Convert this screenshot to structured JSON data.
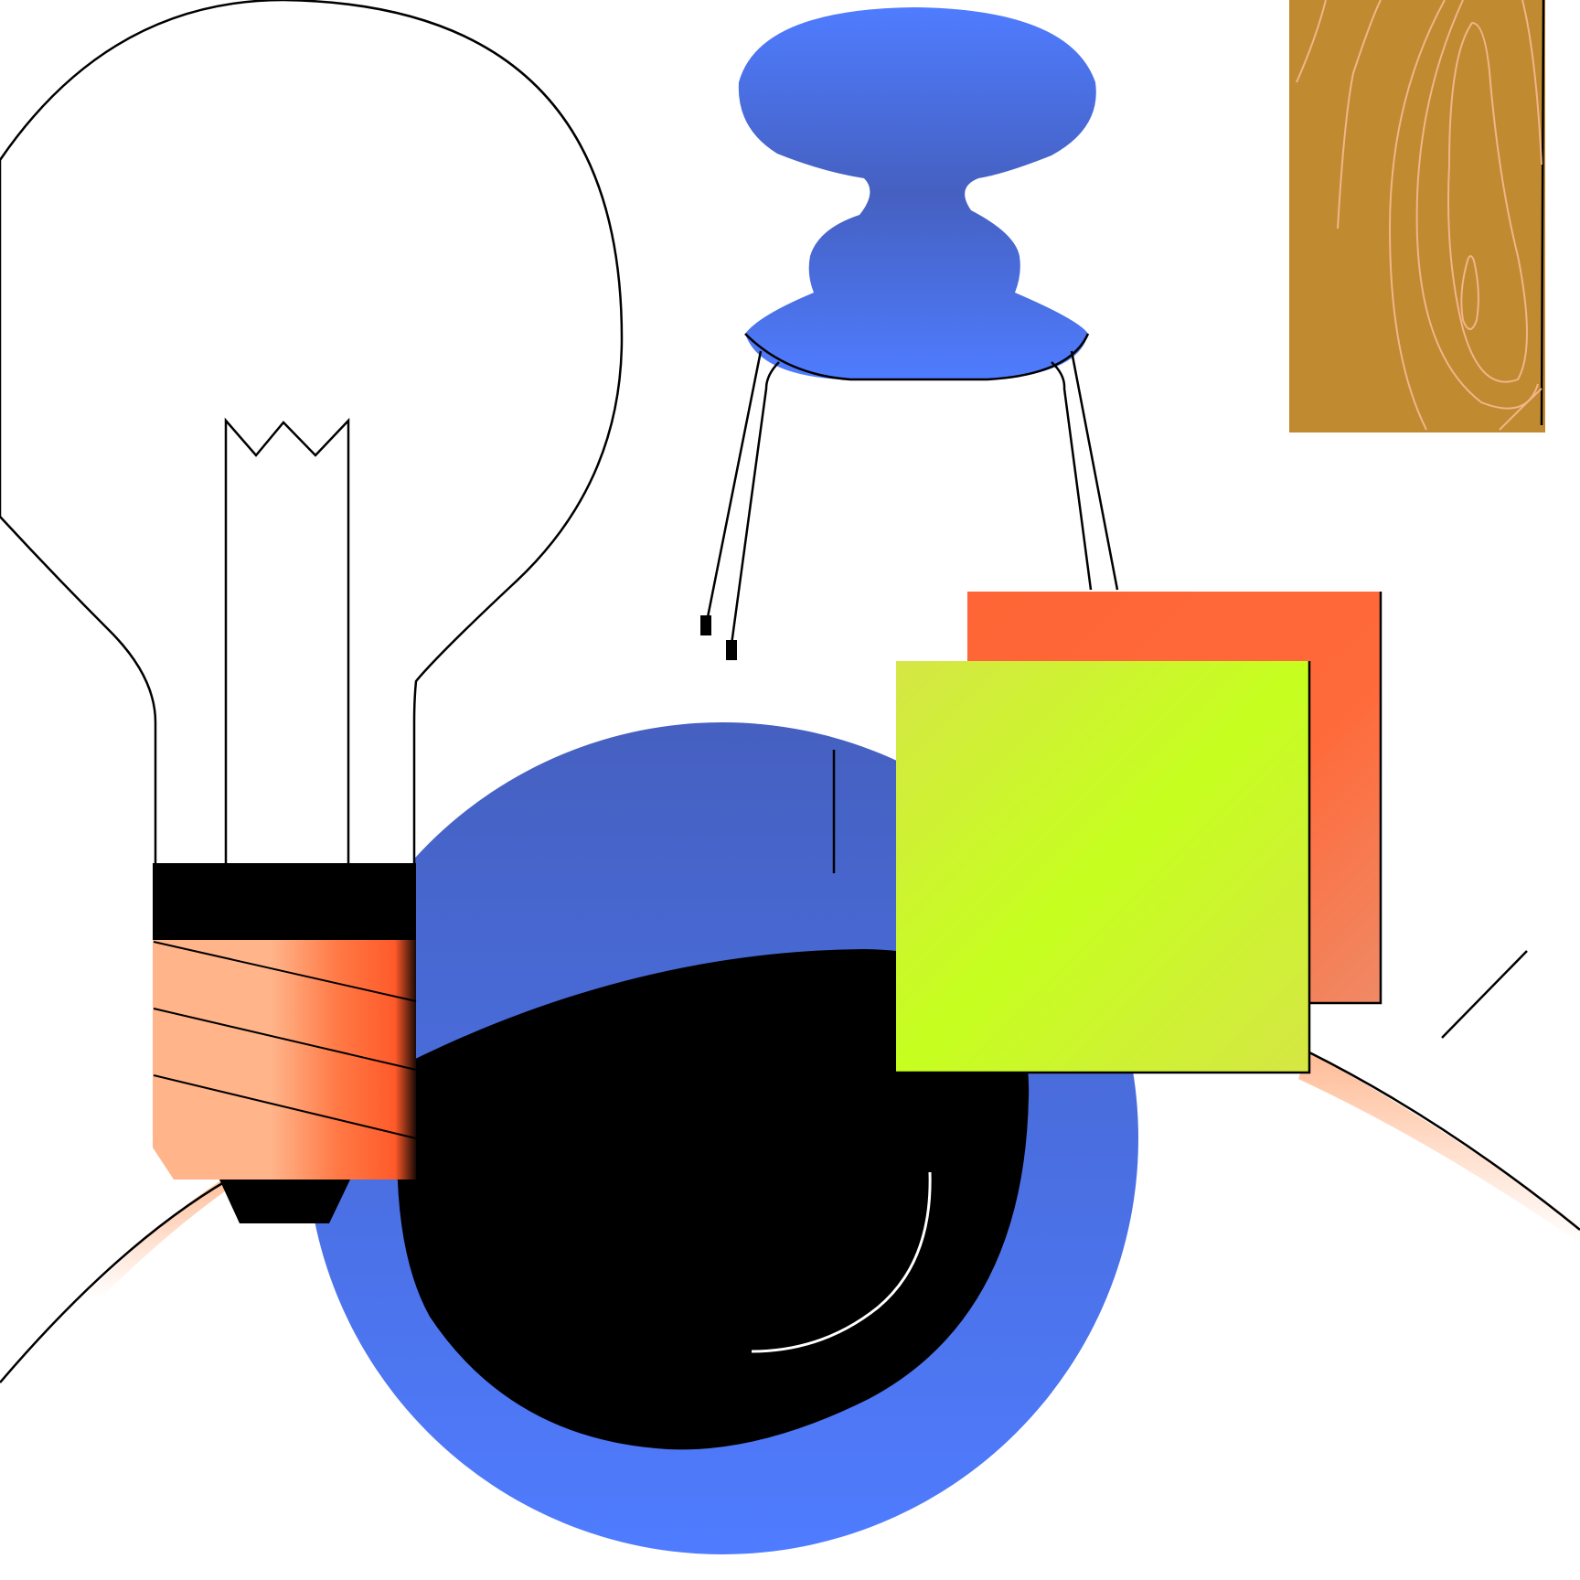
{
  "scene": {
    "background_color": "#ffffff",
    "outline_color": "#000000",
    "elements": [
      "light-bulb",
      "blue-stool",
      "wood-panel",
      "orange-square",
      "lime-square",
      "eye"
    ]
  },
  "palette": {
    "bulb_outline": "#000000",
    "bulb_socket_band": "#000000",
    "bulb_base_light": "#ffb48a",
    "bulb_base_orange": "#ff6a3a",
    "bulb_tip": "#000000",
    "stool_blue": "#4f7cff",
    "stool_blue_shade": "#4560c0",
    "wood_base": "#c08a30",
    "wood_grain": "#f4b38a",
    "orange_square": "#ff6536",
    "orange_square_light": "#ef8a66",
    "lime_square": "#c6ff1f",
    "lime_square_shade": "#d6e645",
    "iris_blue": "#4f7cff",
    "iris_blue_dark": "#4560c0",
    "pupil": "#000000",
    "highlight": "#ffffff",
    "eyelid_glow": "#ffb48a"
  },
  "icons": {
    "bulb": "light-bulb-icon",
    "stool": "stool-icon",
    "wood": "wood-grain-icon",
    "eye": "eye-icon"
  }
}
